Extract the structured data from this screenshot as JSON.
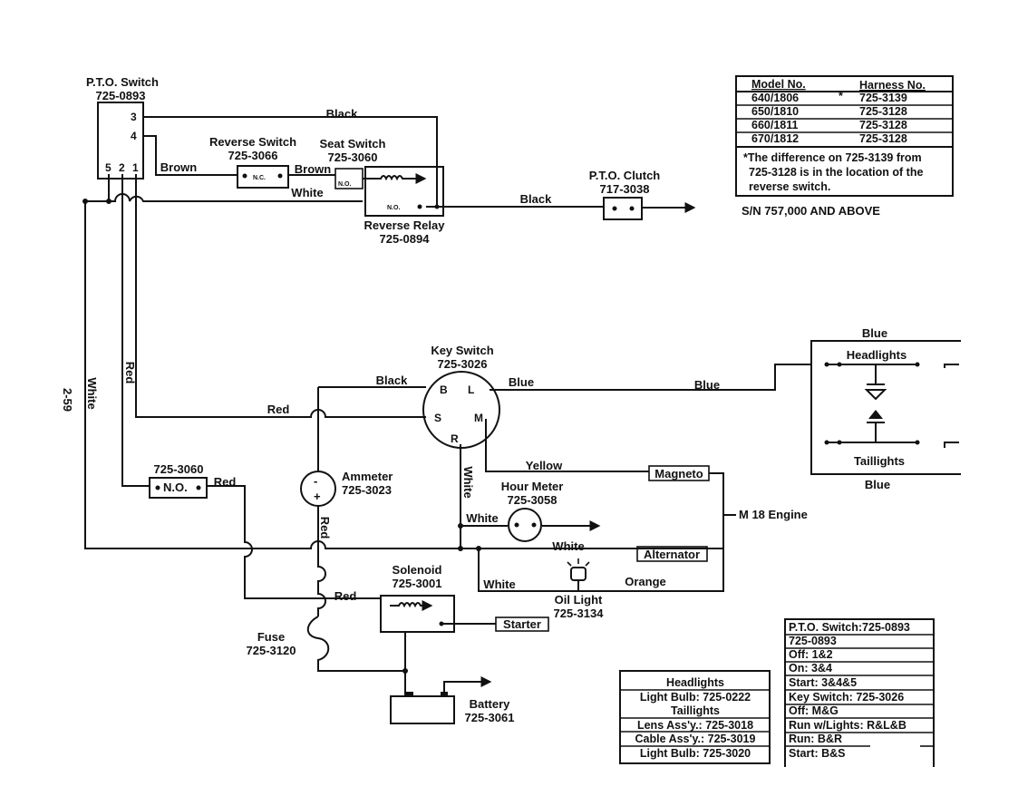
{
  "page_number": "2-59",
  "pto_switch": {
    "name": "P.T.O. Switch",
    "part": "725-0893",
    "t3": "3",
    "t4": "4",
    "t5": "5",
    "t2": "2",
    "t1": "1"
  },
  "reverse_switch": {
    "name": "Reverse Switch",
    "part": "725-3066",
    "contact": "N.C."
  },
  "seat_switch": {
    "name": "Seat Switch",
    "part": "725-3060",
    "contact": "N.O."
  },
  "reverse_relay": {
    "name": "Reverse Relay",
    "part": "725-0894",
    "contact": "N.O."
  },
  "pto_clutch": {
    "name": "P.T.O. Clutch",
    "part": "717-3038"
  },
  "key_switch": {
    "name": "Key Switch",
    "part": "725-3026",
    "tB": "B",
    "tL": "L",
    "tS": "S",
    "tM": "M",
    "tR": "R"
  },
  "switch_725_3060": {
    "part": "725-3060",
    "contact": "N.O."
  },
  "ammeter": {
    "name": "Ammeter",
    "part": "725-3023",
    "minus": "-",
    "plus": "+"
  },
  "hour_meter": {
    "name": "Hour Meter",
    "part": "725-3058"
  },
  "solenoid": {
    "name": "Solenoid",
    "part": "725-3001"
  },
  "fuse": {
    "name": "Fuse",
    "part": "725-3120"
  },
  "battery": {
    "name": "Battery",
    "part": "725-3061"
  },
  "oil_light": {
    "name": "Oil Light",
    "part": "725-3134"
  },
  "engine": {
    "name": "M 18 Engine",
    "magneto": "Magneto",
    "alternator": "Alternator",
    "starter": "Starter"
  },
  "lights": {
    "headlights": "Headlights",
    "taillights": "Taillights",
    "blue_top": "Blue",
    "blue_bottom": "Blue"
  },
  "wires": {
    "black_top": "Black",
    "brown_1": "Brown",
    "brown_2": "Brown",
    "white_relay": "White",
    "black_clutch": "Black",
    "white_vertical": "White",
    "red_vertical": "Red",
    "black_key": "Black",
    "blue_key": "Blue",
    "blue_headlight": "Blue",
    "red_key": "Red",
    "white_key": "White",
    "yellow": "Yellow",
    "red_switch": "Red",
    "red_ammeter": "Red",
    "white_hour": "White",
    "white_alt": "White",
    "white_oil": "White",
    "orange": "Orange",
    "red_solenoid": "Red"
  },
  "harness_table": {
    "headers": [
      "Model No.",
      "Harness No."
    ],
    "rows": [
      [
        "640/1806",
        "725-3139"
      ],
      [
        "650/1810",
        "725-3128"
      ],
      [
        "660/1811",
        "725-3128"
      ],
      [
        "670/1812",
        "725-3128"
      ]
    ],
    "marker": "*",
    "note": [
      "*The difference on 725-3139 from",
      "725-3128 is in the location of the",
      "reverse switch."
    ]
  },
  "serial_note": "S/N 757,000 AND ABOVE",
  "parts_table": {
    "rows": [
      "Headlights",
      "Light Bulb: 725-0222",
      "Taillights",
      "Lens Ass'y.: 725-3018",
      "Cable Ass'y.: 725-3019",
      "Light Bulb: 725-3020"
    ]
  },
  "switch_table": {
    "rows": [
      "P.T.O. Switch:725-0893",
      "725-0893",
      "Off: 1&2",
      "On: 3&4",
      "Start: 3&4&5",
      "Key Switch: 725-3026",
      "Off: M&G",
      "Run w/Lights: R&L&B",
      "Run: B&R",
      "Start: B&S"
    ]
  }
}
